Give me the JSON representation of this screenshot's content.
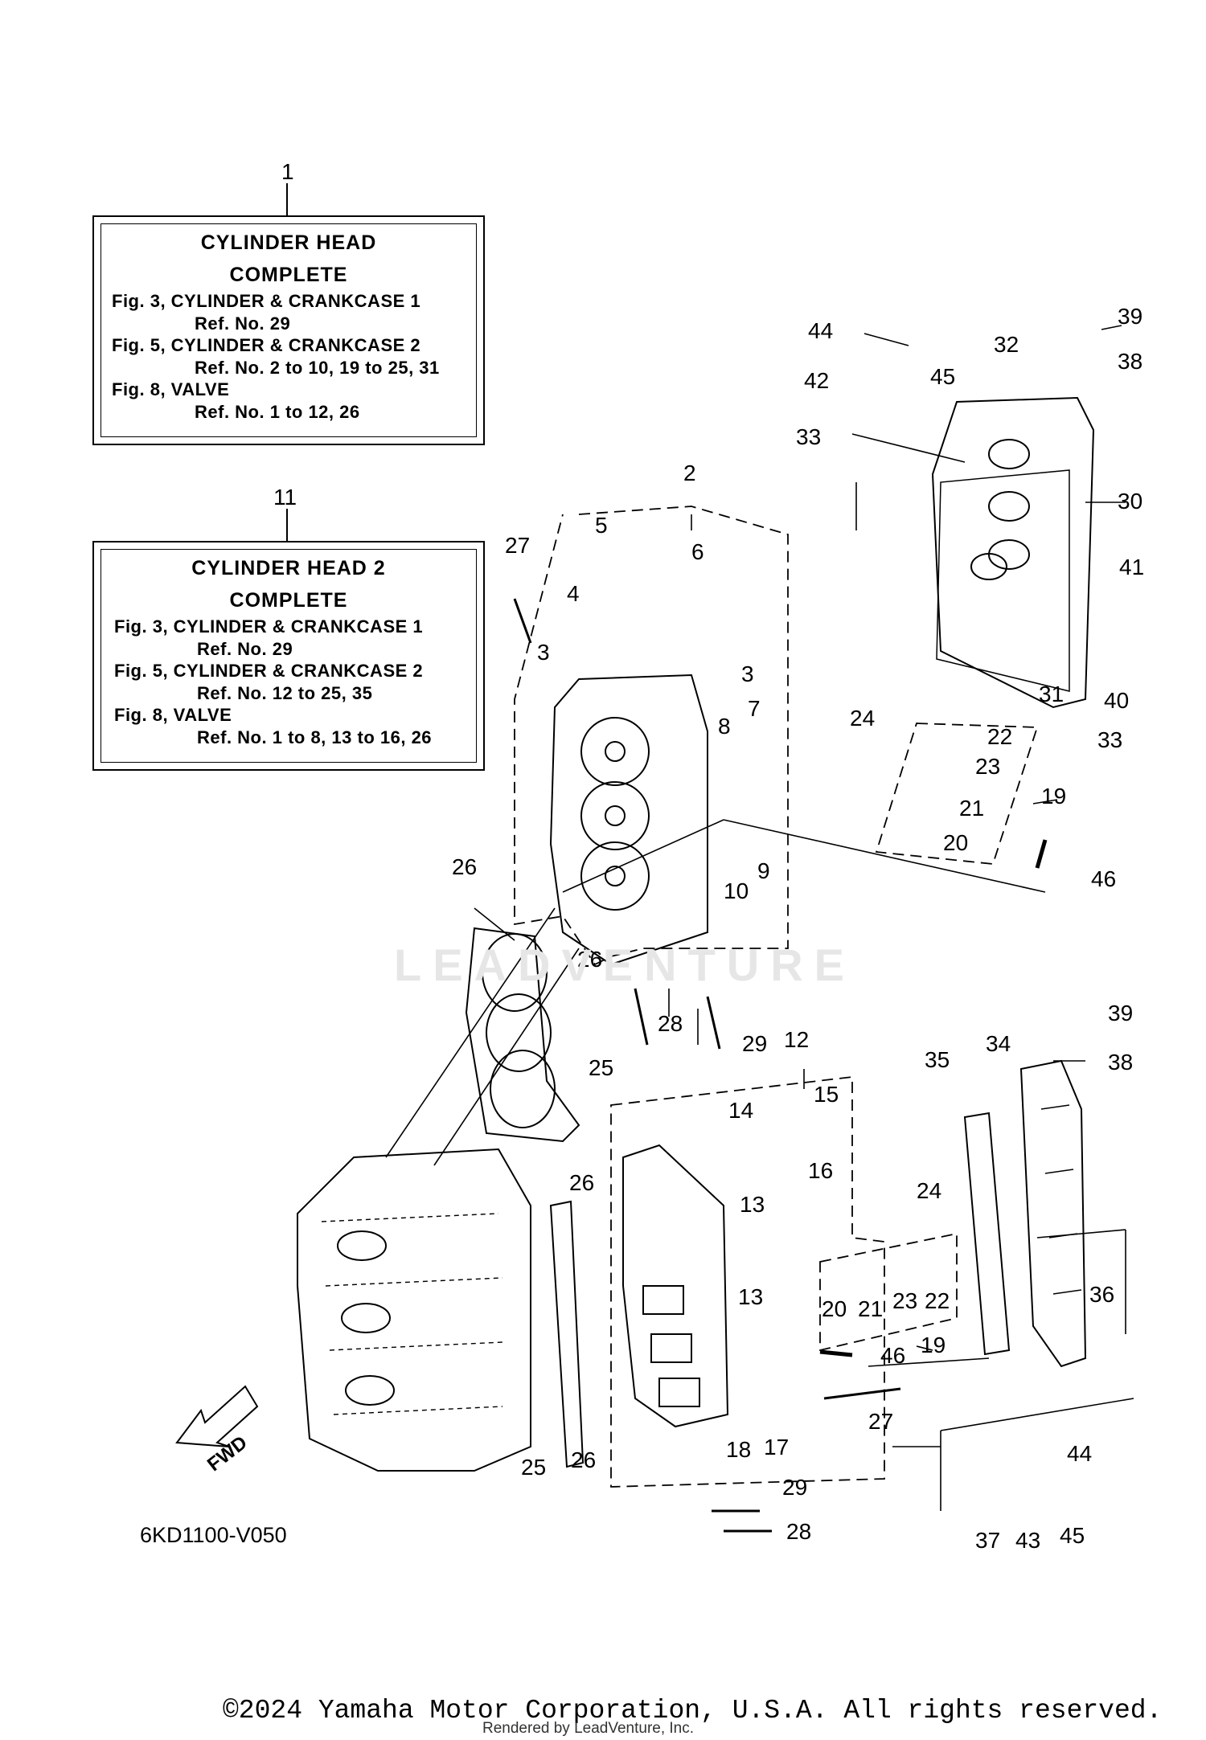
{
  "notes": [
    {
      "ref": "1",
      "title1": "CYLINDER HEAD",
      "title2": "COMPLETE",
      "lines": [
        "Fig. 3, CYLINDER & CRANKCASE 1",
        "Ref. No. 29",
        "Fig. 5, CYLINDER & CRANKCASE 2",
        "Ref. No. 2 to 10, 19 to 25, 31",
        "Fig. 8, VALVE",
        "Ref. No. 1 to 12, 26"
      ]
    },
    {
      "ref": "11",
      "title1": "CYLINDER HEAD 2",
      "title2": "COMPLETE",
      "lines": [
        "Fig. 3, CYLINDER & CRANKCASE 1",
        "Ref. No. 29",
        "Fig. 5, CYLINDER & CRANKCASE 2",
        "Ref. No. 12 to 25, 35",
        "Fig. 8, VALVE",
        "Ref. No. 1 to 8, 13 to 16, 26"
      ]
    }
  ],
  "callouts": {
    "c2": "2",
    "c3a": "3",
    "c3b": "3",
    "c4": "4",
    "c5": "5",
    "c6": "6",
    "c7": "7",
    "c8": "8",
    "c9": "9",
    "c10": "10",
    "c12": "12",
    "c13a": "13",
    "c13b": "13",
    "c14": "14",
    "c15": "15",
    "c16": "16",
    "c17": "17",
    "c18": "18",
    "c19a": "19",
    "c19b": "19",
    "c20a": "20",
    "c20b": "20",
    "c21a": "21",
    "c21b": "21",
    "c22a": "22",
    "c22b": "22",
    "c23a": "23",
    "c23b": "23",
    "c24a": "24",
    "c24b": "24",
    "c25a": "25",
    "c25b": "25",
    "c26a": "26",
    "c26b": "26",
    "c26c": "26",
    "c26d": "26",
    "c27a": "27",
    "c27b": "27",
    "c28a": "28",
    "c28b": "28",
    "c29a": "29",
    "c29b": "29",
    "c30": "30",
    "c31": "31",
    "c32": "32",
    "c33a": "33",
    "c33b": "33",
    "c34": "34",
    "c35": "35",
    "c36": "36",
    "c37": "37",
    "c38a": "38",
    "c38b": "38",
    "c39a": "39",
    "c39b": "39",
    "c40": "40",
    "c41": "41",
    "c42": "42",
    "c43": "43",
    "c44a": "44",
    "c44b": "44",
    "c45a": "45",
    "c45b": "45",
    "c46a": "46",
    "c46b": "46"
  },
  "fwd_label": "FWD",
  "diagram_code": "6KD1100-V050",
  "watermark": "LEADVENTURE",
  "copyright": "©2024 Yamaha Motor Corporation, U.S.A. All rights reserved.",
  "rendered_by": "Rendered by LeadVenture, Inc.",
  "colors": {
    "line": "#000000",
    "background": "#ffffff",
    "watermark": "#e6e6e6"
  }
}
